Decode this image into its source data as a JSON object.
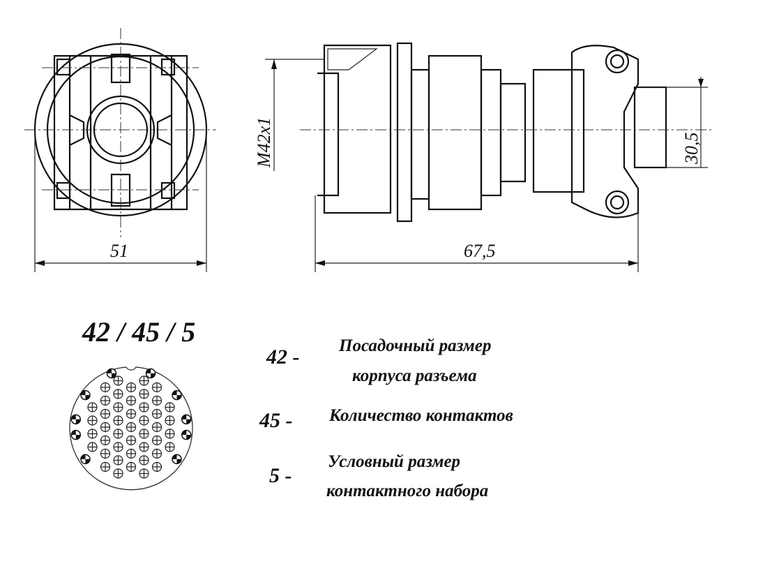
{
  "dimensions": {
    "width_front": "51",
    "length": "67,5",
    "thread": "M42x1",
    "height_rear": "30,5"
  },
  "designation": "42 / 45 / 5",
  "legend": [
    {
      "num": "42  -",
      "line1": "Посадочный размер",
      "line2": "корпуса разъема"
    },
    {
      "num": "45 -",
      "line1": "Количество контактов"
    },
    {
      "num": "5 -",
      "line1": "Условный размер",
      "line2": "контактного набора"
    }
  ]
}
